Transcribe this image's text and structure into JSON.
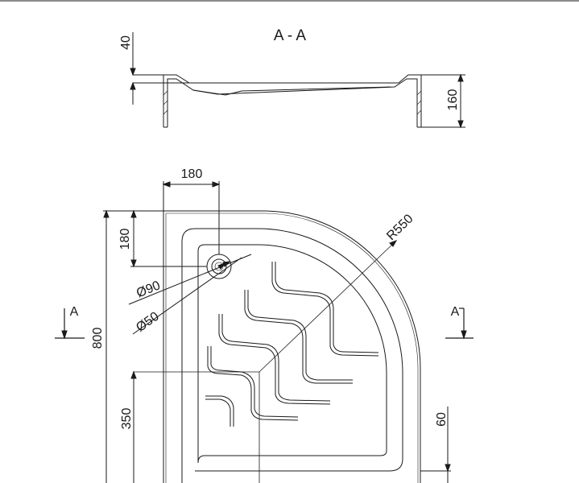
{
  "section_title": "A - A",
  "section_marker_left": "A",
  "section_marker_right": "A",
  "dimensions": {
    "tray_depth_drop": "40",
    "tray_height": "160",
    "drain_offset_x": "180",
    "drain_offset_y": "180",
    "overall_side": "800",
    "outer_radius": "R550",
    "drain_outer_diameter": "Ø90",
    "drain_inner_diameter": "Ø50",
    "center_offset": "350",
    "edge_offset": "60"
  },
  "colors": {
    "line": "#1a1a1a",
    "frame": "#8a8a8a",
    "background": "#ffffff"
  }
}
